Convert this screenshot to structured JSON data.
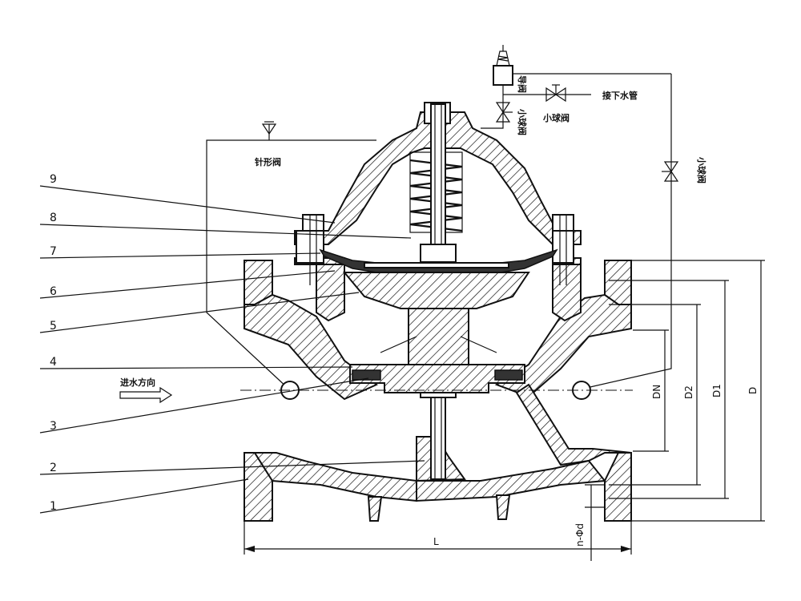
{
  "callouts": [
    "9",
    "8",
    "7",
    "6",
    "5",
    "4",
    "3",
    "2",
    "1"
  ],
  "labels": {
    "needle_valve": "针形阀",
    "pilot_valve": "导阀",
    "small_ball_valve_top": "小球阀",
    "small_ball_valve_mid": "小球阀",
    "small_ball_valve_right": "小球阀",
    "drain_pipe": "接下水管",
    "flow_direction": "进水方向"
  },
  "dimensions": {
    "dn": "DN",
    "d2": "D2",
    "d1": "D1",
    "d": "D",
    "length": "L",
    "holes": "n-Φd"
  }
}
